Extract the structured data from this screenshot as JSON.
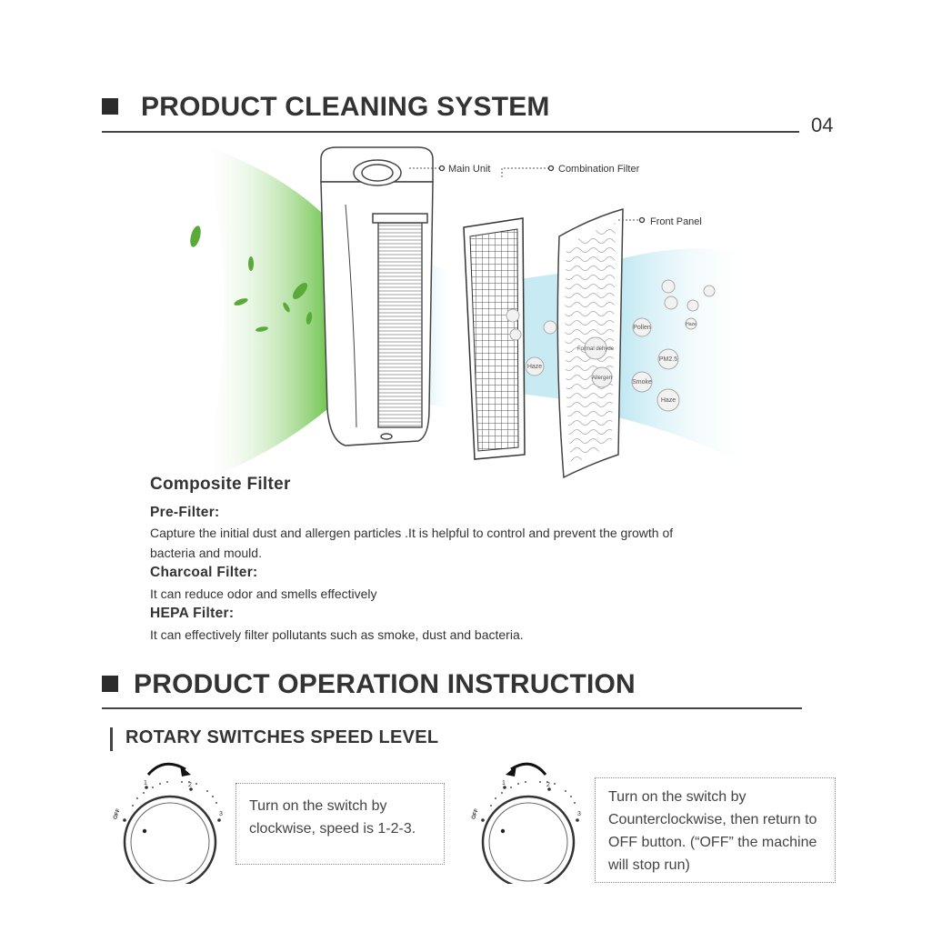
{
  "header": {
    "section1_title": "PRODUCT CLEANING SYSTEM",
    "page_number": "04",
    "section2_title": "PRODUCT OPERATION INSTRUCTION"
  },
  "diagram": {
    "labels": {
      "main_unit": "Main Unit",
      "combination_filter": "Combination Filter",
      "front_panel": "Front Panel"
    },
    "bubbles": [
      "Haze",
      "Pollen",
      "Formal dehyde",
      "PM2.5",
      "Allergen",
      "Smoke",
      "Haze",
      "Haze"
    ]
  },
  "composite_filter": {
    "title": "Composite Filter",
    "pre_filter": {
      "heading": "Pre-Filter:",
      "line1": "Capture the initial dust and allergen particles .It is helpful to control and prevent the growth of",
      "line2": "bacteria and mould."
    },
    "charcoal_filter": {
      "heading": "Charcoal Filter:",
      "line1": "It can reduce odor and smells effectively"
    },
    "hepa_filter": {
      "heading": "HEPA Filter:",
      "line1": "It can effectively filter pollutants such as smoke, dust and bacteria."
    }
  },
  "rotary": {
    "title": "ROTARY SWITCHES SPEED LEVEL",
    "dial_labels": {
      "off": "OFF",
      "one": "1",
      "two": "2",
      "three": "3"
    },
    "note_clockwise": {
      "line1": "Turn on the switch by",
      "line2": "clockwise, speed is 1-2-3."
    },
    "note_counter": {
      "line1": "Turn on the switch by",
      "line2": "Counterclockwise, then return to",
      "line3": "OFF button. (“OFF” the machine",
      "line4": "will stop run)"
    }
  },
  "colors": {
    "green_flow": "#7fce5a",
    "blue_flow": "#8fd6e6",
    "text": "#333333"
  }
}
